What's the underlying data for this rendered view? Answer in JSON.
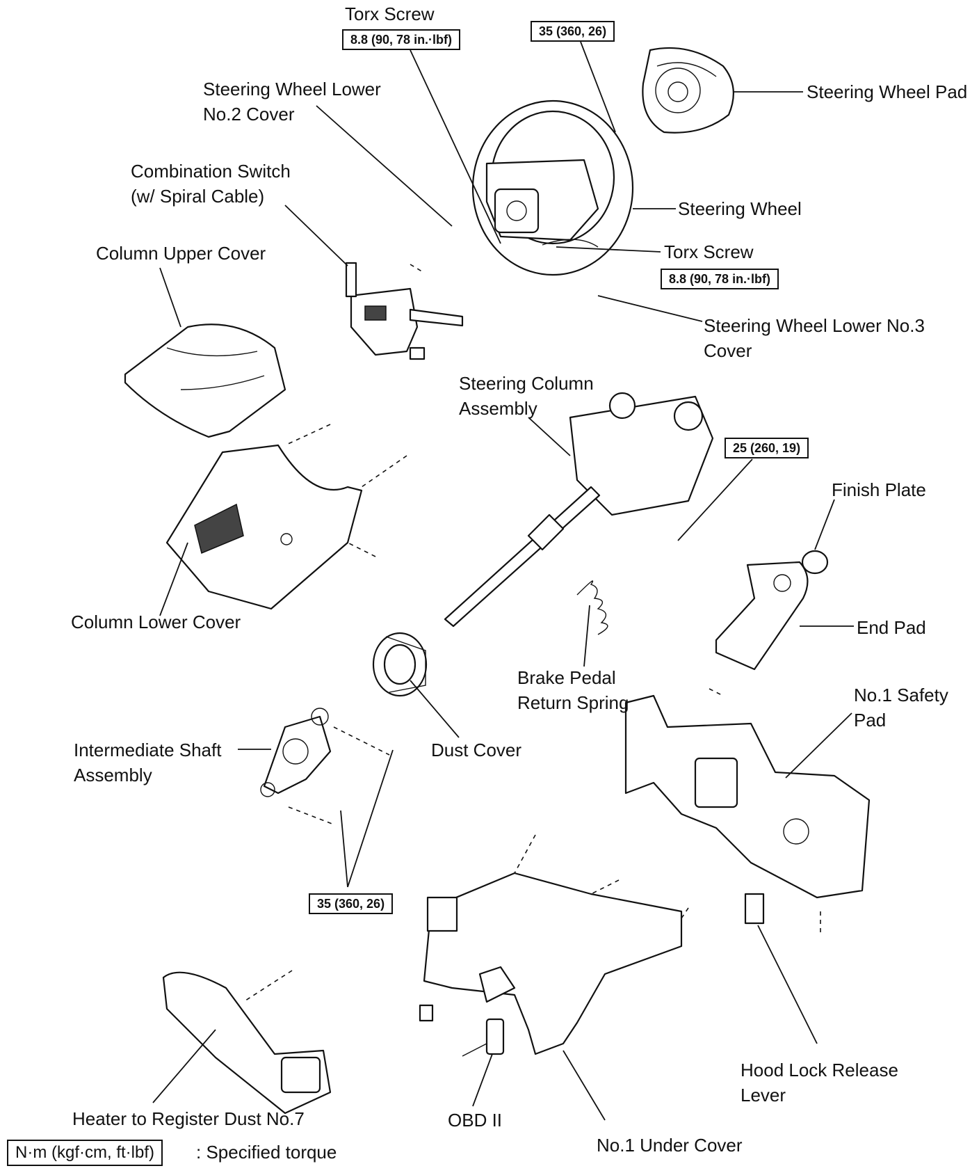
{
  "labels": {
    "torx_screw_top": "Torx Screw",
    "torx_screw_mid": "Torx Screw",
    "steering_wheel_lower_no2": "Steering Wheel Lower\nNo.2 Cover",
    "steering_wheel_pad": "Steering Wheel Pad",
    "combination_switch": "Combination Switch\n(w/ Spiral Cable)",
    "steering_wheel": "Steering Wheel",
    "column_upper_cover": "Column Upper Cover",
    "steering_wheel_lower_no3": "Steering Wheel Lower No.3\nCover",
    "steering_column_assembly": "Steering Column\nAssembly",
    "finish_plate": "Finish Plate",
    "column_lower_cover": "Column Lower Cover",
    "end_pad": "End Pad",
    "brake_pedal_return_spring": "Brake Pedal\nReturn Spring",
    "no1_safety_pad": "No.1 Safety\nPad",
    "intermediate_shaft": "Intermediate Shaft\nAssembly",
    "dust_cover": "Dust Cover",
    "hood_lock_release": "Hood Lock Release\nLever",
    "heater_to_register": "Heater to Register Dust No.7",
    "obd": "OBD II",
    "no1_under_cover": "No.1 Under Cover"
  },
  "torques": {
    "torx_top": "8.8 (90, 78 in.·lbf)",
    "pad_nut": "35 (360, 26)",
    "torx_mid": "8.8 (90, 78 in.·lbf)",
    "column_nut": "25 (260, 19)",
    "intermediate": "35 (360, 26)"
  },
  "legend": {
    "unit_box": "N·m (kgf·cm, ft·lbf)",
    "text": ": Specified torque"
  }
}
